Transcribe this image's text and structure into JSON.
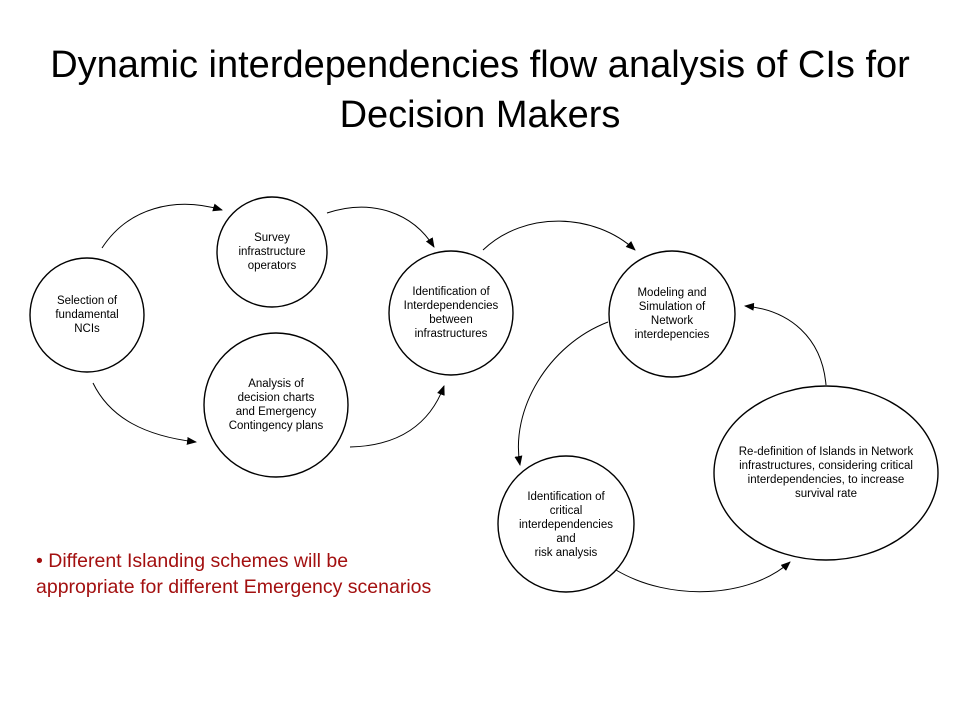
{
  "title": "Dynamic interdependencies flow analysis of CIs for Decision Makers",
  "nodes": [
    {
      "id": "selection",
      "label": "Selection of\nfundamental\nNCIs"
    },
    {
      "id": "survey",
      "label": "Survey\ninfrastructure\noperators"
    },
    {
      "id": "analysis",
      "label": "Analysis of\ndecision charts\nand Emergency\nContingency plans"
    },
    {
      "id": "identification",
      "label": "Identification of\nInterdependencies\nbetween\ninfrastructures"
    },
    {
      "id": "modeling",
      "label": "Modeling and\nSimulation of\nNetwork\ninterdepencies"
    },
    {
      "id": "redefinition",
      "label": "Re-definition of Islands in Network\ninfrastructures, considering critical\ninterdependencies, to increase\nsurvival rate"
    },
    {
      "id": "critical",
      "label": "Identification of\ncritical\ninterdependencies\nand\nrisk analysis"
    }
  ],
  "note": "• Different Islanding schemes will be appropriate for different Emergency scenarios"
}
